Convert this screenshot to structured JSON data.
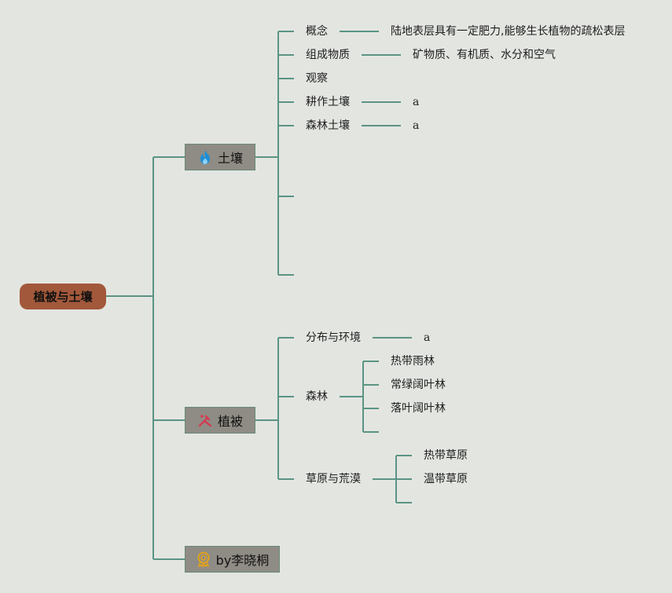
{
  "root": {
    "label": "植被与土壤"
  },
  "branches": {
    "soil": {
      "label": "土壤",
      "icon": "flame-icon",
      "icon_color": "#1e8fd6"
    },
    "vegetation": {
      "label": "植被",
      "icon": "tools-icon",
      "icon_color": "#d43c52"
    },
    "author": {
      "label": "by李晓桐",
      "icon": "award-badge-icon",
      "icon_color": "#e0a21c"
    }
  },
  "soil": {
    "concept": {
      "label": "概念",
      "value": "陆地表层具有一定肥力,能够生长植物的疏松表层"
    },
    "composition": {
      "label": "组成物质",
      "value": "矿物质、有机质、水分和空气"
    },
    "observe": {
      "label": "观察"
    },
    "cultivated": {
      "label": "耕作土壤",
      "value": "a"
    },
    "forest_soil": {
      "label": "森林土壤",
      "value": "a"
    }
  },
  "vegetation": {
    "distribution": {
      "label": "分布与环境",
      "value": "a"
    },
    "forest": {
      "label": "森林",
      "items": [
        "热带雨林",
        "常绿阔叶林",
        "落叶阔叶林"
      ]
    },
    "grassland": {
      "label": "草原与荒漠",
      "items": [
        "热带草原",
        "温带草原"
      ]
    }
  },
  "colors": {
    "line": "#5a9484",
    "root_bg": "#a2583a",
    "branch_bg": "#8f8c85",
    "canvas_bg": "#e3e5e1"
  }
}
